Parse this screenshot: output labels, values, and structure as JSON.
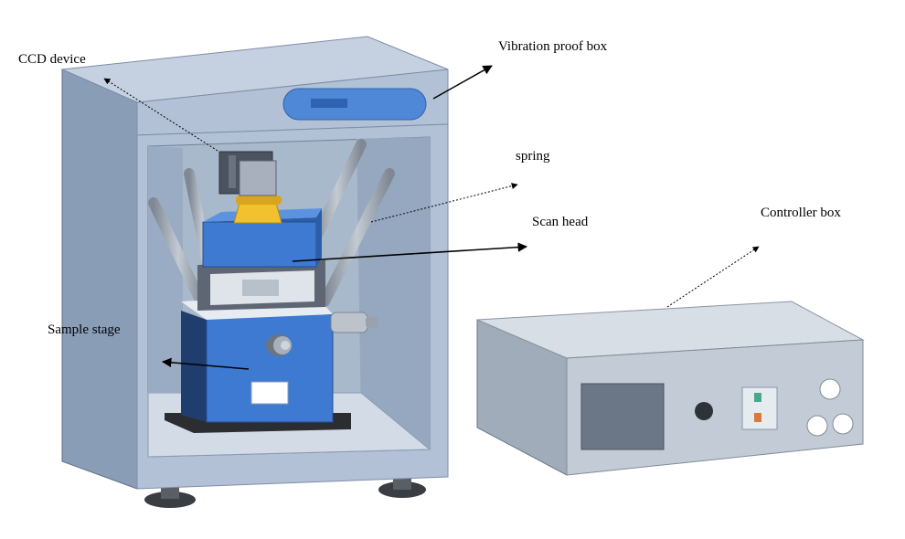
{
  "labels": {
    "ccd_device": "CCD device",
    "vibration_proof_box": "Vibration proof box",
    "spring": "spring",
    "scan_head": "Scan head",
    "controller_box": "Controller box",
    "sample_stage": "Sample stage"
  },
  "colors": {
    "cabinet_face": "#b2c1d6",
    "cabinet_side": "#8a9db7",
    "cabinet_top": "#c5d1e0",
    "cabinet_inner": "#a9b9cc",
    "cabinet_floor": "#d3dbe6",
    "scan_blue": "#3e7ad2",
    "scan_blue_dark": "#2c5ea8",
    "yellow": "#f2c12e",
    "spring_gray": "#9ea7b2",
    "controller_front": "#c3ccd6",
    "controller_top": "#d7dee6",
    "controller_side": "#a0acb9",
    "screen": "#6b7686",
    "badge": "#4f88d6"
  },
  "icons": [
    "foot-icon",
    "knob-icon",
    "micrometer-icon",
    "ccd-camera-icon"
  ]
}
